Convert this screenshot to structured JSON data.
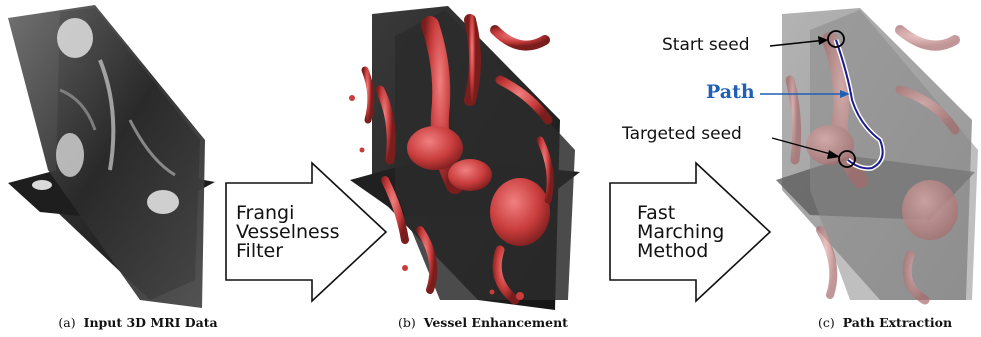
{
  "panels": [
    {
      "prefix": "(a)",
      "title": "Input 3D MRI Data"
    },
    {
      "prefix": "(b)",
      "title": "Vessel Enhancement"
    },
    {
      "prefix": "(c)",
      "title": "Path Extraction"
    }
  ],
  "arrows": [
    {
      "lines": [
        "Frangi",
        "Vesselness",
        "Filter"
      ]
    },
    {
      "lines": [
        "Fast",
        "Marching",
        "Method"
      ]
    }
  ],
  "annotations": {
    "start_seed": "Start seed",
    "path": "Path",
    "targeted_seed": "Targeted seed"
  },
  "colors": {
    "path_label": "#1f5fb4",
    "vessel_red": "#c93c3c",
    "path_line": "#1a1a8c"
  }
}
